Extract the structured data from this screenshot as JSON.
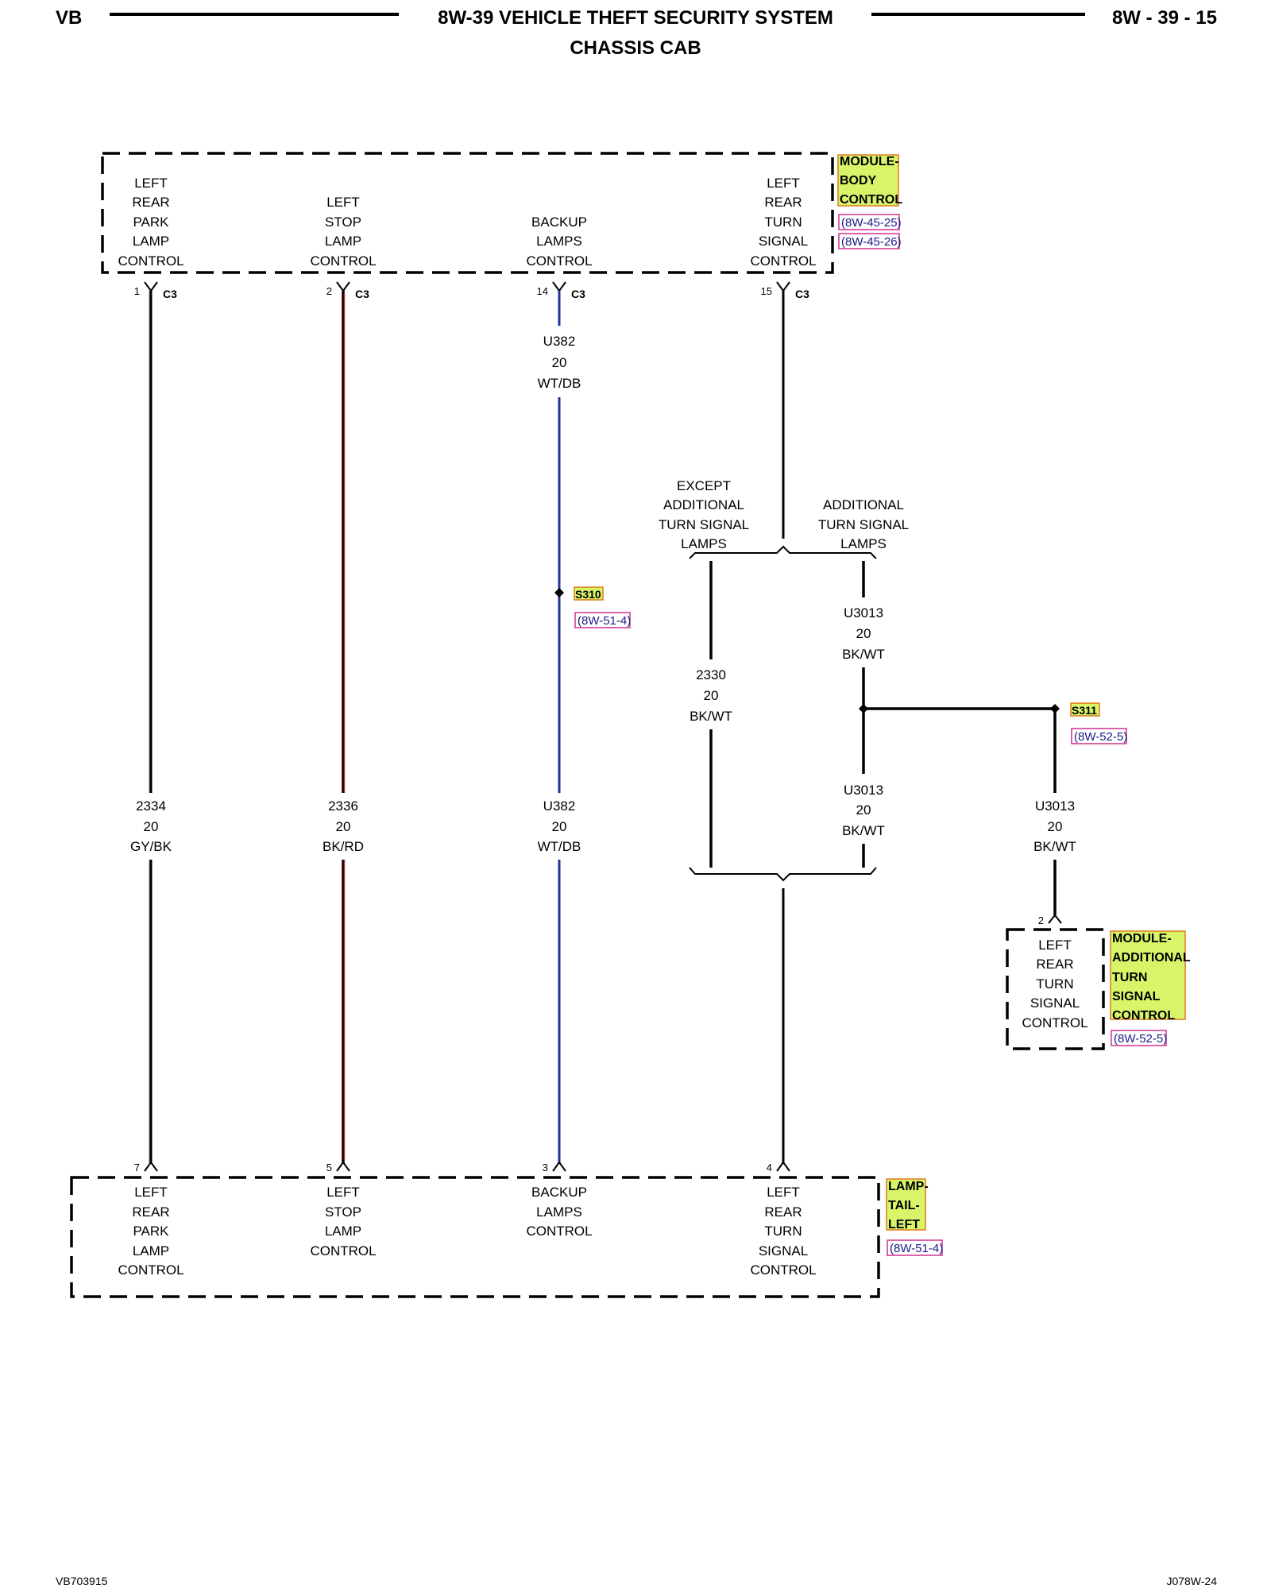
{
  "header": {
    "left": "VB",
    "title": "8W-39 VEHICLE THEFT SECURITY SYSTEM",
    "subtitle": "CHASSIS CAB",
    "right": "8W - 39 - 15"
  },
  "footer": {
    "left": "VB703915",
    "right": "J078W-24"
  },
  "colors": {
    "wire_black": "#000000",
    "wire_red_trace": "#cc2222",
    "wire_blue": "#22339a",
    "tag_fill": "#d8f56a",
    "tag_border": "#e07a1a",
    "ref_border": "#d03090",
    "ref_text": "#1a1a88"
  },
  "bcm": {
    "tag": [
      "MODULE-",
      "BODY",
      "CONTROL"
    ],
    "refs": [
      "(8W-45-25)",
      "(8W-45-26)"
    ],
    "functions": [
      [
        "LEFT",
        "REAR",
        "PARK",
        "LAMP",
        "CONTROL"
      ],
      [
        "LEFT",
        "STOP",
        "LAMP",
        "CONTROL"
      ],
      [
        "BACKUP",
        "LAMPS",
        "CONTROL"
      ],
      [
        "LEFT",
        "REAR",
        "TURN",
        "SIGNAL",
        "CONTROL"
      ]
    ],
    "pins": [
      "1",
      "2",
      "14",
      "15"
    ],
    "connector": "C3"
  },
  "wires": {
    "u382_top": [
      "U382",
      "20",
      "WT/DB"
    ],
    "w2334": [
      "2334",
      "20",
      "GY/BK"
    ],
    "w2336": [
      "2336",
      "20",
      "BK/RD"
    ],
    "u382_bottom": [
      "U382",
      "20",
      "WT/DB"
    ],
    "w2330": [
      "2330",
      "20",
      "BK/WT"
    ],
    "u3013_upper": [
      "U3013",
      "20",
      "BK/WT"
    ],
    "u3013_lower": [
      "U3013",
      "20",
      "BK/WT"
    ],
    "u3013_right": [
      "U3013",
      "20",
      "BK/WT"
    ]
  },
  "options": {
    "except": [
      "EXCEPT",
      "ADDITIONAL",
      "TURN SIGNAL",
      "LAMPS"
    ],
    "additional": [
      "ADDITIONAL",
      "TURN SIGNAL",
      "LAMPS"
    ]
  },
  "splices": {
    "s310": {
      "tag": "S310",
      "ref": "(8W-51-4)"
    },
    "s311": {
      "tag": "S311",
      "ref": "(8W-52-5)"
    }
  },
  "atsm": {
    "tag": [
      "MODULE-",
      "ADDITIONAL",
      "TURN",
      "SIGNAL",
      "CONTROL"
    ],
    "ref": "(8W-52-5)",
    "pin": "2",
    "function": [
      "LEFT",
      "REAR",
      "TURN",
      "SIGNAL",
      "CONTROL"
    ]
  },
  "tail_lamp": {
    "tag": [
      "LAMP-",
      "TAIL-",
      "LEFT"
    ],
    "ref": "(8W-51-4)",
    "pins": [
      "7",
      "5",
      "3",
      "4"
    ],
    "functions": [
      [
        "LEFT",
        "REAR",
        "PARK",
        "LAMP",
        "CONTROL"
      ],
      [
        "LEFT",
        "STOP",
        "LAMP",
        "CONTROL"
      ],
      [
        "BACKUP",
        "LAMPS",
        "CONTROL"
      ],
      [
        "LEFT",
        "REAR",
        "TURN",
        "SIGNAL",
        "CONTROL"
      ]
    ]
  }
}
